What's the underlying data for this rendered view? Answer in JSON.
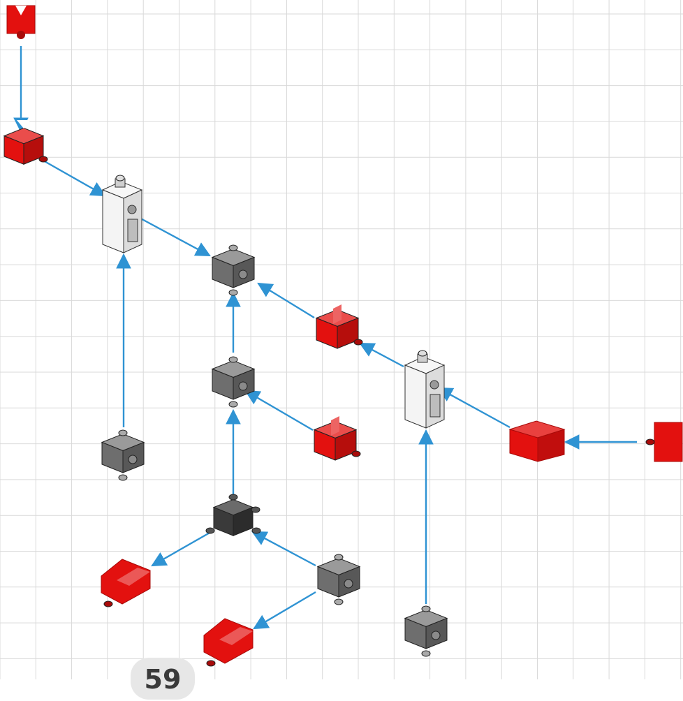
{
  "page": {
    "number": "59"
  },
  "colors": {
    "background": "#ffffff",
    "grid_line": "#d9d9d9",
    "arrow": "#2f93d3",
    "red_part": "#e3110f",
    "red_part_dark": "#a80b0a",
    "white_part": "#f4f4f4",
    "gray_part": "#6e6e6e",
    "black_part": "#3a3a3a"
  },
  "parts": [
    {
      "id": "p1",
      "kind": "red-clip-holder",
      "color": "red"
    },
    {
      "id": "p2",
      "kind": "red-clip-block",
      "color": "red"
    },
    {
      "id": "p3",
      "kind": "white-hinge-block",
      "color": "white"
    },
    {
      "id": "p4",
      "kind": "gray-building-block",
      "color": "gray"
    },
    {
      "id": "p5",
      "kind": "red-angle-block",
      "color": "red"
    },
    {
      "id": "p6",
      "kind": "white-hinge-block",
      "color": "white"
    },
    {
      "id": "p7",
      "kind": "gray-building-block",
      "color": "gray"
    },
    {
      "id": "p8",
      "kind": "red-angle-block",
      "color": "red"
    },
    {
      "id": "p9",
      "kind": "gray-building-block",
      "color": "gray"
    },
    {
      "id": "p10",
      "kind": "red-tray-block",
      "color": "red"
    },
    {
      "id": "p11",
      "kind": "red-connector-block",
      "color": "red"
    },
    {
      "id": "p12",
      "kind": "black-cross-block",
      "color": "black"
    },
    {
      "id": "p13",
      "kind": "red-clamp-block",
      "color": "red"
    },
    {
      "id": "p14",
      "kind": "gray-building-block",
      "color": "gray"
    },
    {
      "id": "p15",
      "kind": "red-clamp-block",
      "color": "red"
    },
    {
      "id": "p16",
      "kind": "gray-building-block",
      "color": "gray"
    }
  ],
  "connections": [
    {
      "from": "p1",
      "to": "p2"
    },
    {
      "from": "p2",
      "to": "p3"
    },
    {
      "from": "p3",
      "to": "p4"
    },
    {
      "from": "p9",
      "to": "p3"
    },
    {
      "from": "p5",
      "to": "p4"
    },
    {
      "from": "p7",
      "to": "p4"
    },
    {
      "from": "p6",
      "to": "p5"
    },
    {
      "from": "p8",
      "to": "p7"
    },
    {
      "from": "p12",
      "to": "p7"
    },
    {
      "from": "p10",
      "to": "p6"
    },
    {
      "from": "p11",
      "to": "p10"
    },
    {
      "from": "p16",
      "to": "p6"
    },
    {
      "from": "p12",
      "to": "p13"
    },
    {
      "from": "p14",
      "to": "p12"
    },
    {
      "from": "p14",
      "to": "p15"
    }
  ]
}
